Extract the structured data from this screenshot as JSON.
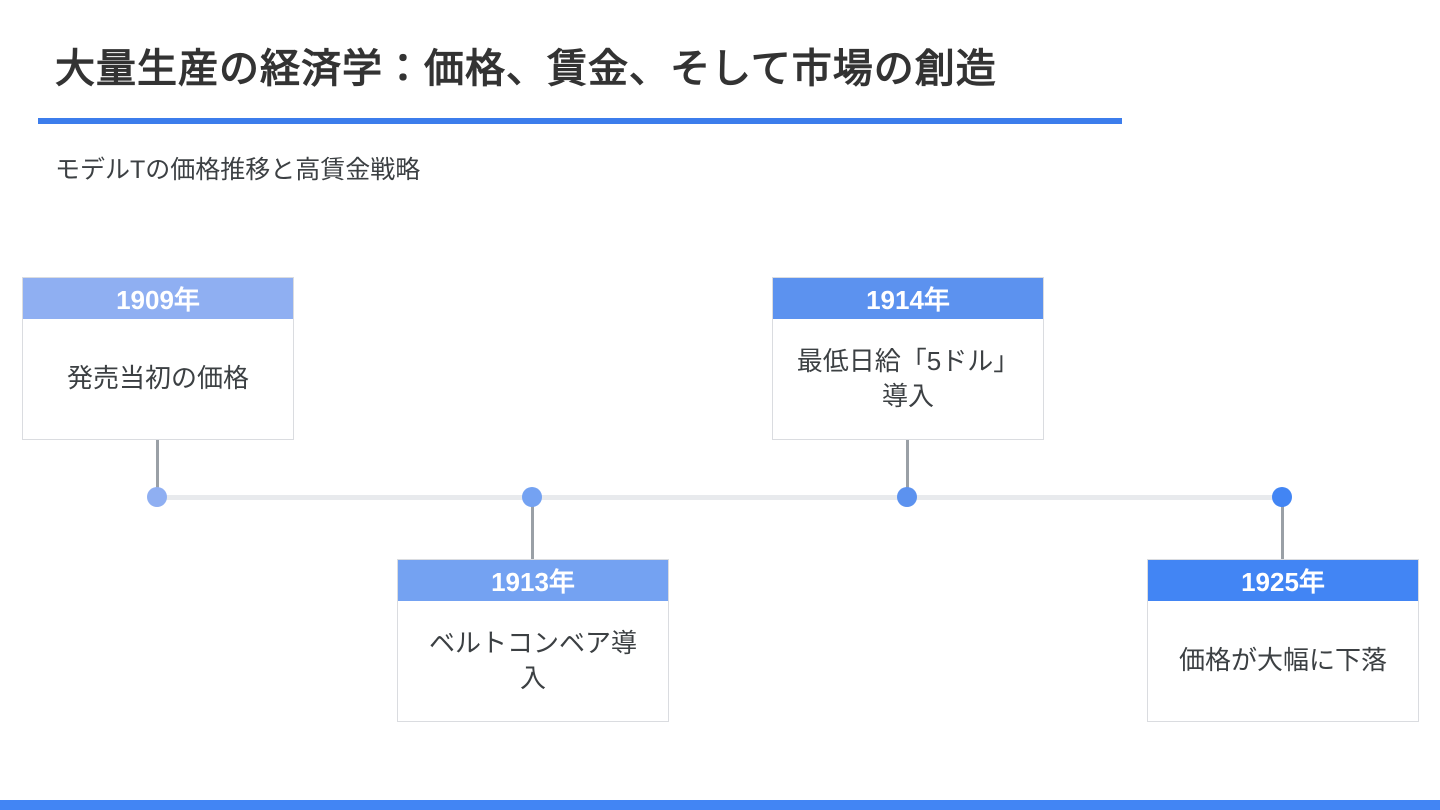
{
  "slide": {
    "title": "大量生産の経済学：価格、賃金、そして市場の創造",
    "subtitle": "モデルTの価格推移と高賃金戦略",
    "underline_color": "#3C7DEC",
    "bottom_bar_color": "#4285F4"
  },
  "timeline": {
    "line_color": "#E8EAED",
    "connector_color": "#9AA0A6",
    "events": [
      {
        "year": "1909年",
        "description": "発売当初の価格",
        "position": "above",
        "accent_color": "#8FAFF2"
      },
      {
        "year": "1913年",
        "description": "ベルトコンベア導入",
        "position": "below",
        "accent_color": "#74A2F2"
      },
      {
        "year": "1914年",
        "description": "最低日給「5ドル」導入",
        "position": "above",
        "accent_color": "#5C92EF"
      },
      {
        "year": "1925年",
        "description": "価格が大幅に下落",
        "position": "below",
        "accent_color": "#4285F4"
      }
    ]
  }
}
